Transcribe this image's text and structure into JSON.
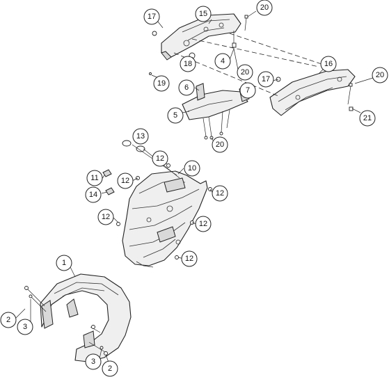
{
  "callouts": [
    {
      "id": "c17a",
      "label": "17"
    },
    {
      "id": "c15",
      "label": "15"
    },
    {
      "id": "c20a",
      "label": "20"
    },
    {
      "id": "c18",
      "label": "18"
    },
    {
      "id": "c4",
      "label": "4"
    },
    {
      "id": "c20b",
      "label": "20"
    },
    {
      "id": "c16",
      "label": "16"
    },
    {
      "id": "c17b",
      "label": "17"
    },
    {
      "id": "c20c",
      "label": "20"
    },
    {
      "id": "c19",
      "label": "19"
    },
    {
      "id": "c6",
      "label": "6"
    },
    {
      "id": "c7",
      "label": "7"
    },
    {
      "id": "c5",
      "label": "5"
    },
    {
      "id": "c21",
      "label": "21"
    },
    {
      "id": "c20d",
      "label": "20"
    },
    {
      "id": "c13",
      "label": "13"
    },
    {
      "id": "c12a",
      "label": "12"
    },
    {
      "id": "c10",
      "label": "10"
    },
    {
      "id": "c11",
      "label": "11"
    },
    {
      "id": "c12b",
      "label": "12"
    },
    {
      "id": "c12c",
      "label": "12"
    },
    {
      "id": "c14",
      "label": "14"
    },
    {
      "id": "c12d",
      "label": "12"
    },
    {
      "id": "c12e",
      "label": "12"
    },
    {
      "id": "c12f",
      "label": "12"
    },
    {
      "id": "c1",
      "label": "1"
    },
    {
      "id": "c2a",
      "label": "2"
    },
    {
      "id": "c3a",
      "label": "3"
    },
    {
      "id": "c3b",
      "label": "3"
    },
    {
      "id": "c2b",
      "label": "2"
    }
  ]
}
